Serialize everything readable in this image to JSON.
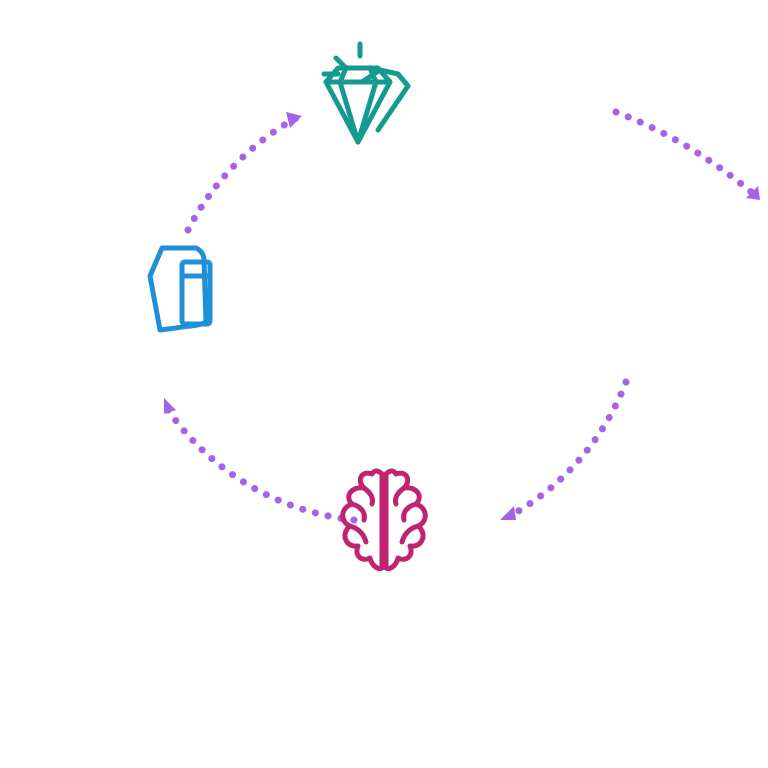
{
  "illustration": {
    "colors": {
      "arc": "#a564e8",
      "teal": "#149a8e",
      "blue": "#1f8fd8",
      "orange": "#f08a1d",
      "magenta": "#c0246f"
    },
    "icons": [
      {
        "name": "diamond-icon",
        "color_key": "teal"
      },
      {
        "name": "clover-icon",
        "color_key": "orange"
      },
      {
        "name": "brain-icon",
        "color_key": "magenta"
      },
      {
        "name": "documents-icon",
        "color_key": "blue"
      }
    ]
  }
}
